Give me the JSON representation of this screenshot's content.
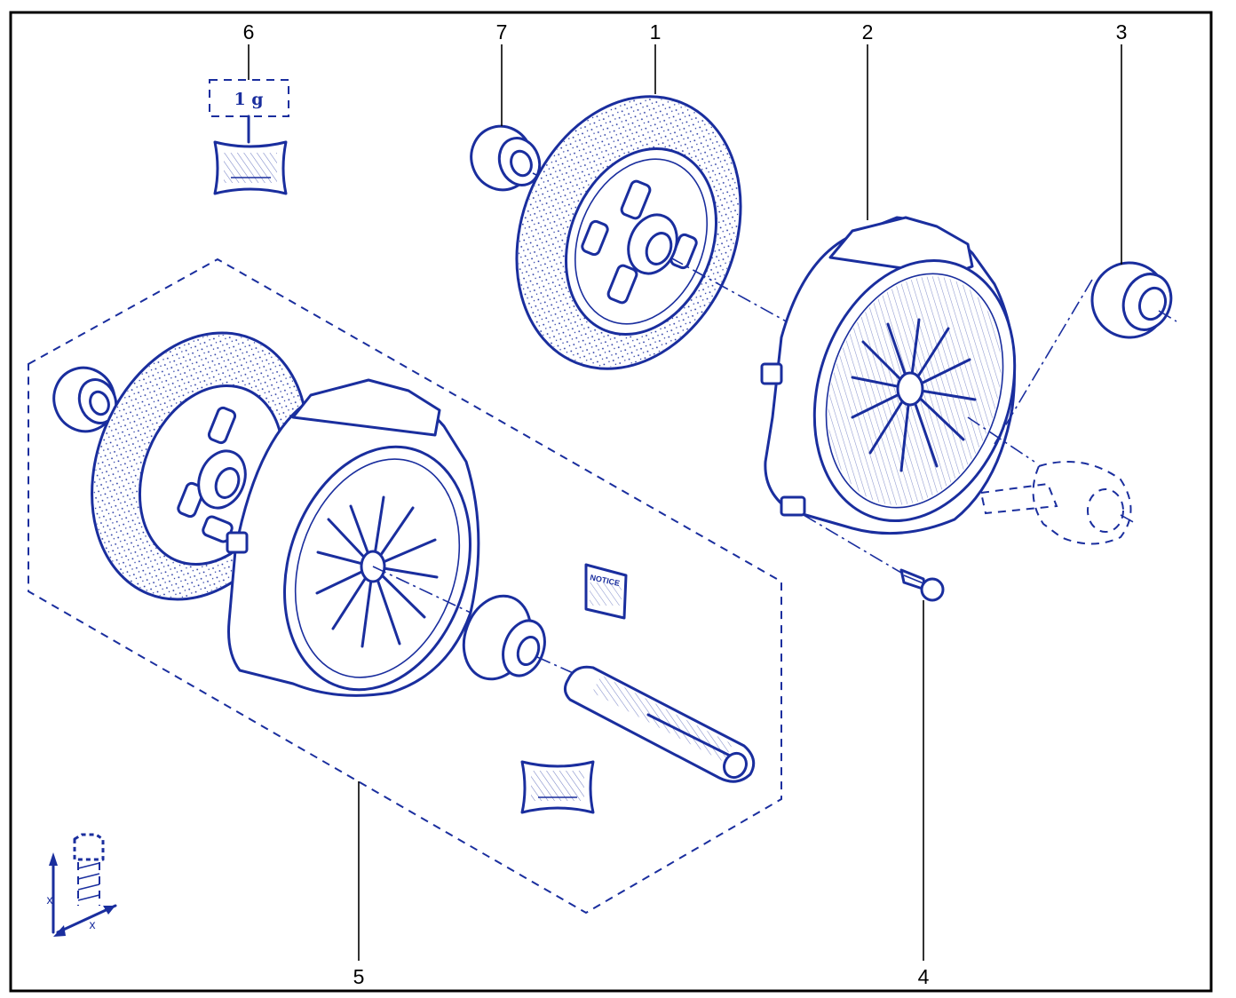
{
  "callouts": {
    "c1": "1",
    "c2": "2",
    "c3": "3",
    "c4": "4",
    "c5": "5",
    "c6": "6",
    "c7": "7"
  },
  "grease_quantity": "1 g",
  "notice_label": "NOTICE",
  "torque_dimension_label": "x",
  "colors": {
    "line_art": "#1a2e9e",
    "frame": "#000000"
  }
}
